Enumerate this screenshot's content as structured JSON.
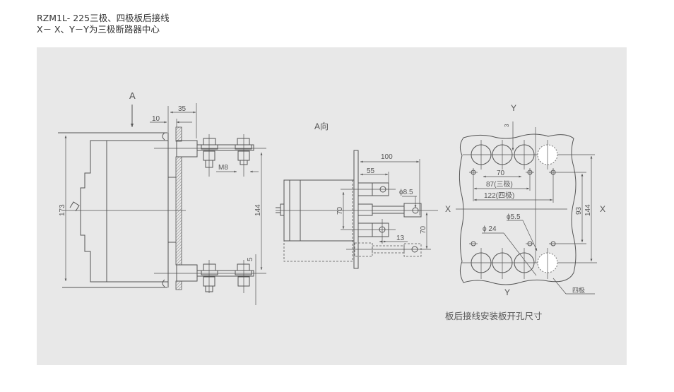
{
  "header": {
    "line1": "RZM1L- 225三极、四极板后接线",
    "line2": "X－ X、Y－Y为三极断路器中心"
  },
  "side_view": {
    "arrow_label": "A",
    "dim_35": "35",
    "dim_10": "10",
    "dim_173": "173",
    "dim_144": "144",
    "dim_m8": "M8",
    "dim_5": "5"
  },
  "a_view": {
    "title": "A向",
    "dim_100": "100",
    "dim_55": "55",
    "dim_phi85": "ϕ8.5",
    "dim_70_left": "70",
    "dim_70_right": "70",
    "dim_13": "13"
  },
  "cutout_view": {
    "y_top": "Y",
    "y_bottom": "Y",
    "x_left": "X",
    "x_right": "X",
    "dim_3": "3",
    "dim_70": "70",
    "dim_87": "87(三极)",
    "dim_122": "122(四极)",
    "dim_93": "93",
    "dim_144": "144",
    "dim_phi55": "ϕ5.5",
    "dim_phi24": "ϕ 24",
    "four_pole_label": "四极",
    "caption": "板后接线安装板开孔尺寸"
  }
}
